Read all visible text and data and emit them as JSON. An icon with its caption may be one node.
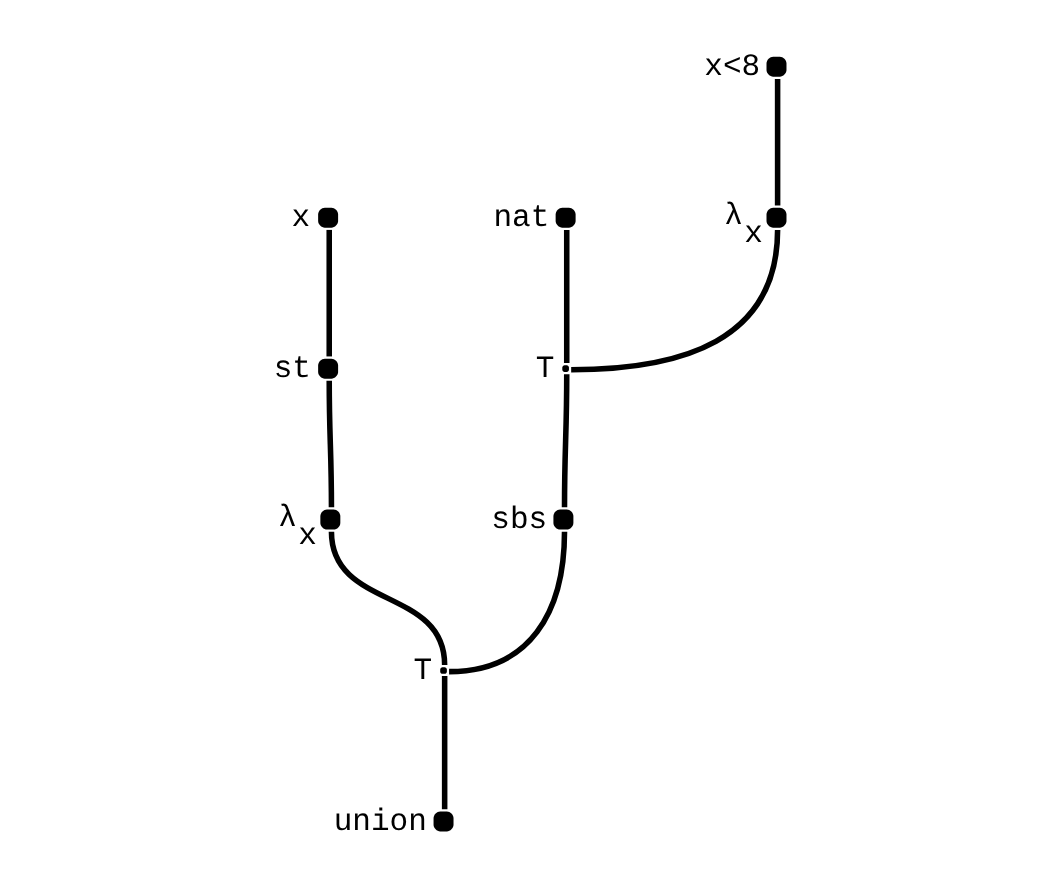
{
  "diagram": {
    "nodes": [
      {
        "text": [],
        "shape": "circle",
        "beside": [
          "x<8"
        ]
      },
      {
        "text": [],
        "shape": "circle",
        "beside": [
          "x"
        ]
      },
      {
        "text": [],
        "shape": "circle",
        "beside": [
          "nat"
        ]
      },
      {
        "text": [],
        "shape": "circle",
        "beside": [
          "λ$_{x}$"
        ]
      },
      {
        "text": [],
        "shape": "point",
        "beside": [
          "T"
        ]
      },
      {
        "text": [],
        "shape": "circle",
        "beside": [
          "st"
        ]
      },
      {
        "text": [],
        "shape": "circle",
        "beside": [
          "λ$_{x}$"
        ]
      },
      {
        "text": [],
        "shape": "circle",
        "beside": [
          "sbs"
        ]
      },
      {
        "text": [],
        "shape": "point",
        "beside": [
          "T"
        ]
      },
      {
        "text": [],
        "shape": "circle",
        "beside": [
          "union"
        ]
      }
    ],
    "edges": [
      {
        "from": 9,
        "to": 8,
        "arrow": "none"
      },
      {
        "from": 8,
        "to": 7,
        "arrow": "none"
      },
      {
        "from": 7,
        "to": 4,
        "arrow": "none"
      },
      {
        "from": 4,
        "to": 2,
        "arrow": "none"
      },
      {
        "from": 4,
        "to": 3,
        "arrow": "none"
      },
      {
        "from": 3,
        "to": 0,
        "arrow": "none"
      },
      {
        "from": 8,
        "to": 6,
        "arrow": "none"
      },
      {
        "from": 6,
        "to": 5,
        "arrow": "none"
      },
      {
        "from": 5,
        "to": 1,
        "arrow": "none"
      }
    ]
  }
}
